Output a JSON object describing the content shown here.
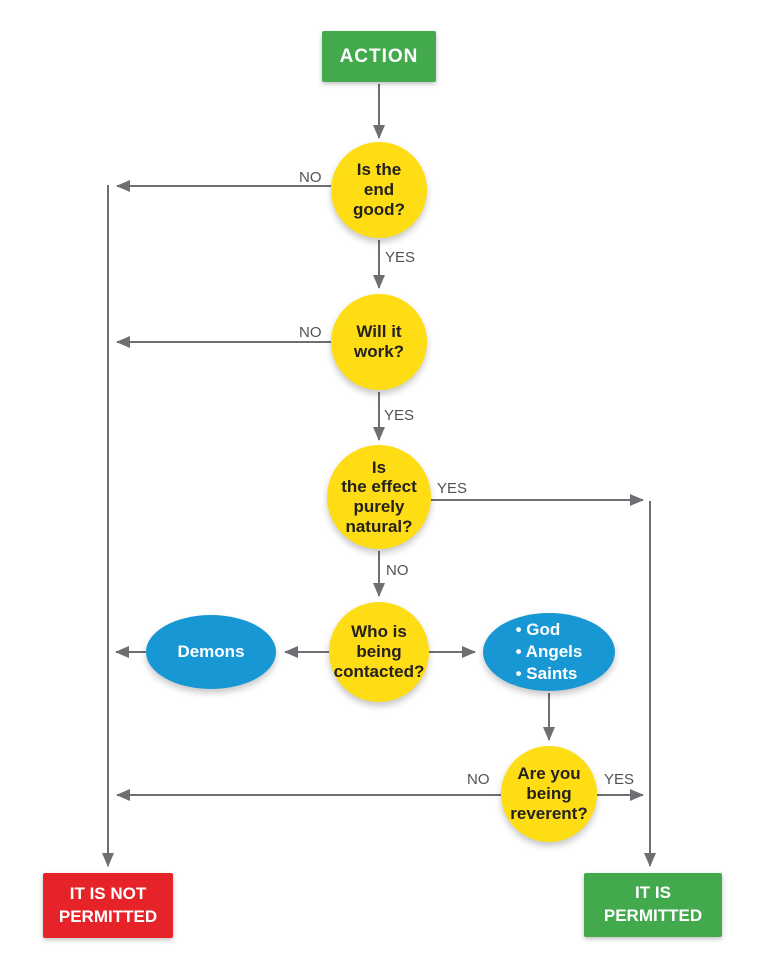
{
  "nodes": {
    "action": {
      "label": "ACTION"
    },
    "q1": {
      "text": "Is the\nend\ngood?"
    },
    "q2": {
      "text": "Will it\nwork?"
    },
    "q3": {
      "text": "Is\nthe effect\npurely\nnatural?"
    },
    "q4": {
      "text": "Who is\nbeing\ncontacted?"
    },
    "demons": {
      "label": "Demons"
    },
    "contacts": {
      "items": [
        "• God",
        "• Angels",
        "• Saints"
      ]
    },
    "q5": {
      "text": "Are you\nbeing\nreverent?"
    },
    "not_permitted": {
      "text": "IT IS NOT\nPERMITTED"
    },
    "permitted": {
      "text": "IT IS\nPERMITTED"
    }
  },
  "edge_labels": {
    "q1_no": "NO",
    "q1_yes": "YES",
    "q2_no": "NO",
    "q2_yes": "YES",
    "q3_yes": "YES",
    "q3_no": "NO",
    "q5_no": "NO",
    "q5_yes": "YES"
  },
  "colors": {
    "action_green": "#43a94d",
    "decision_yellow": "#ffdd15",
    "contact_blue": "#1897d5",
    "not_permitted_red": "#e62329",
    "permitted_green": "#43a94d",
    "line_gray": "#6e6f72",
    "edge_label_gray": "#515254"
  }
}
